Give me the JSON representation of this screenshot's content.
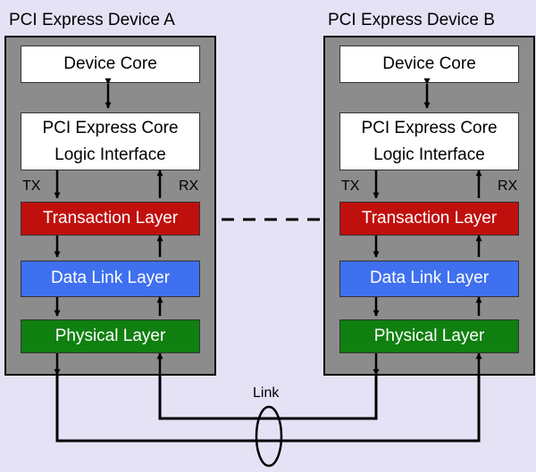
{
  "devices": [
    {
      "title": "PCI Express Device A",
      "core": "Device Core",
      "pci_line1": "PCI Express Core",
      "pci_line2": "Logic Interface",
      "tx": "TX",
      "rx": "RX",
      "transaction": "Transaction Layer",
      "data_link": "Data Link Layer",
      "physical": "Physical Layer"
    },
    {
      "title": "PCI Express Device B",
      "core": "Device Core",
      "pci_line1": "PCI Express Core",
      "pci_line2": "Logic Interface",
      "tx": "TX",
      "rx": "RX",
      "transaction": "Transaction Layer",
      "data_link": "Data Link Layer",
      "physical": "Physical Layer"
    }
  ],
  "link_label": "Link",
  "colors": {
    "background": "#e6e2f6",
    "device_fill": "#8c8c8c",
    "transaction": "#c0100e",
    "data_link": "#3f70f0",
    "physical": "#108010"
  }
}
